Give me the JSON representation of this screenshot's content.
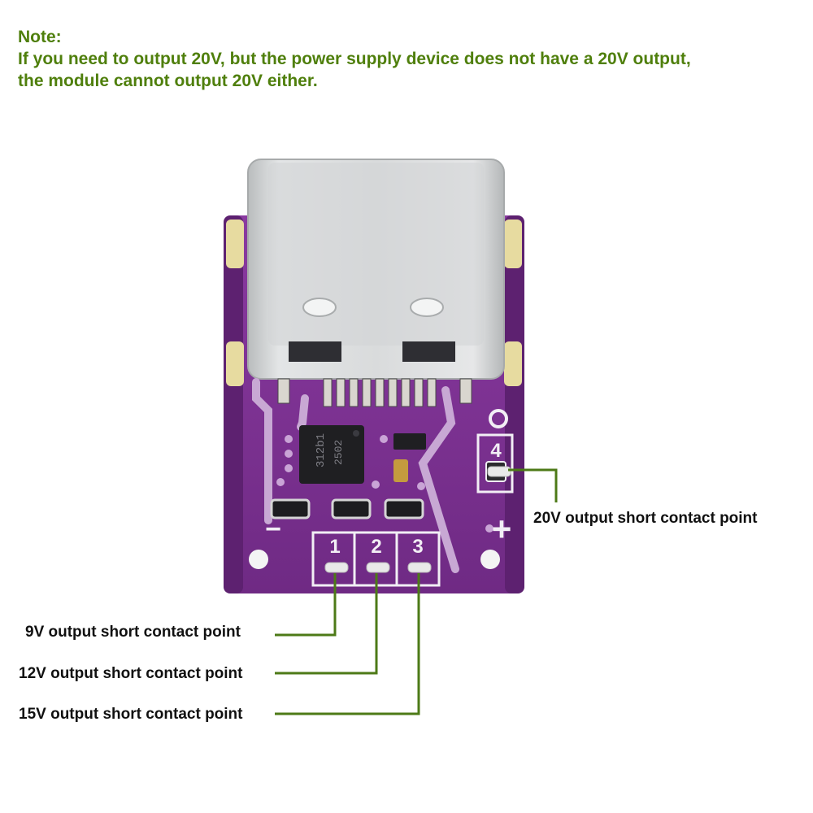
{
  "note": {
    "heading": "Note:",
    "line1": "If you need to output 20V, but the power supply device does not have a 20V output,",
    "line2": "the module cannot output 20V either."
  },
  "board": {
    "chip_line1": "312b1",
    "chip_line2": "2502",
    "pad_numbers": [
      "1",
      "2",
      "3",
      "4"
    ],
    "plus_mark": "+",
    "minus_mark": "−",
    "colors": {
      "pcb": "#7b2f8e",
      "silk": "#f2eef5",
      "connector": "#d8dadb",
      "leader": "#4d7a17",
      "note": "#4f7f0c"
    }
  },
  "callouts": {
    "out_20v": "20V output short contact point",
    "out_9v": "9V output short contact point",
    "out_12v": "12V output short contact point",
    "out_15v": "15V output short contact point"
  }
}
